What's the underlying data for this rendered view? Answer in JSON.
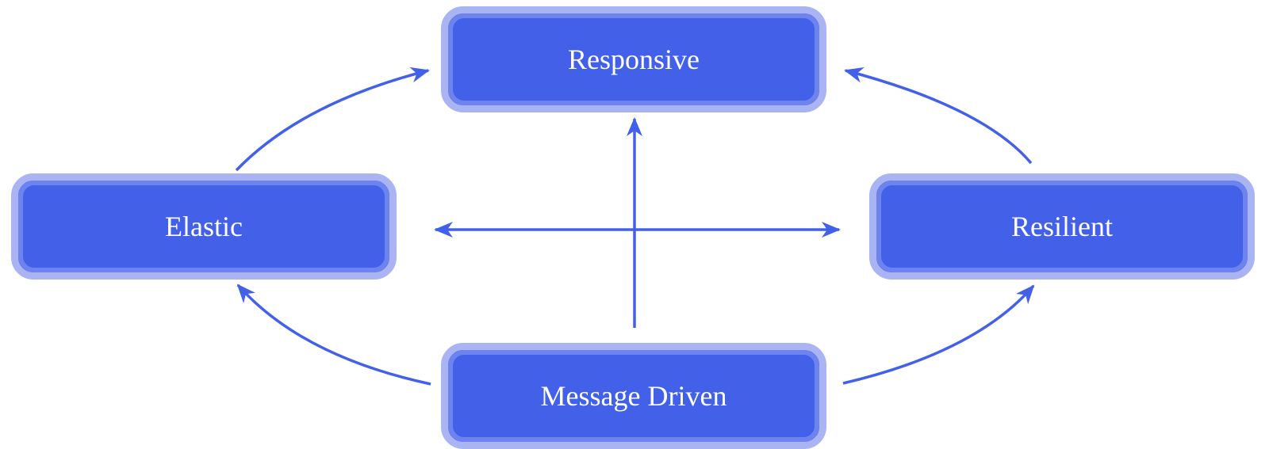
{
  "nodes": {
    "responsive": {
      "label": "Responsive"
    },
    "elastic": {
      "label": "Elastic"
    },
    "resilient": {
      "label": "Resilient"
    },
    "message_driven": {
      "label": "Message Driven"
    }
  },
  "edges": [
    {
      "from": "Elastic",
      "to": "Responsive"
    },
    {
      "from": "Resilient",
      "to": "Responsive"
    },
    {
      "from": "Message Driven",
      "to": "Responsive"
    },
    {
      "from": "Message Driven",
      "to": "Elastic"
    },
    {
      "from": "Message Driven",
      "to": "Resilient"
    },
    {
      "from": "Elastic",
      "to": "Resilient",
      "bidirectional": true
    }
  ],
  "colors": {
    "node_fill": "#4360e8",
    "node_outer_border": "#aab4f3",
    "node_inner_border": "#6d84ee",
    "edge": "#4360e8",
    "label": "#ffffff"
  }
}
